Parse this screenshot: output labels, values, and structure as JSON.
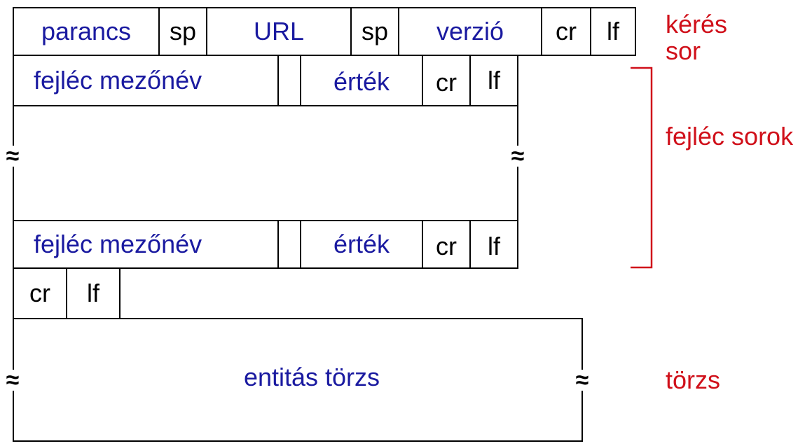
{
  "request_line": {
    "cells": [
      "parancs",
      "sp",
      "URL",
      "sp",
      "verzió",
      "cr",
      "lf"
    ],
    "label": "kérés\nsor"
  },
  "header_line_1": {
    "cells": [
      "fejléc mezőnév",
      "",
      "érték",
      "cr",
      "lf"
    ]
  },
  "header_line_2": {
    "cells": [
      "fejléc mezőnév",
      "",
      "érték",
      "cr",
      "lf"
    ]
  },
  "header_label": "fejléc sorok",
  "blank_line": {
    "cells": [
      "cr",
      "lf"
    ]
  },
  "body": {
    "text": "entitás törzs",
    "label": "törzs"
  },
  "break_symbol": "≈",
  "colors": {
    "field_text": "#1a1aa0",
    "label_text": "#d0101a",
    "border": "#000000"
  }
}
